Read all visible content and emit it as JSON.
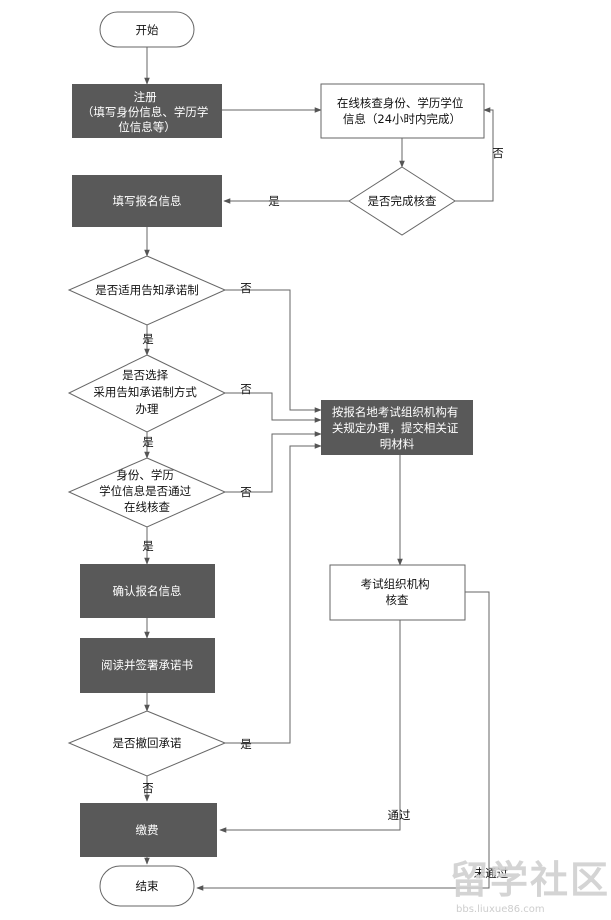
{
  "nodes": {
    "start": "开始",
    "register": [
      "注册",
      "（填写身份信息、学历学",
      "位信息等）"
    ],
    "online_verify": [
      "在线核查身份、学历学位",
      "信息（24小时内完成）"
    ],
    "verify_done": "是否完成核查",
    "fill_info": "填写报名信息",
    "applies_commitment": "是否适用告知承诺制",
    "choose_commitment": [
      "是否选择",
      "采用告知承诺制方式",
      "办理"
    ],
    "verify_passed": [
      "身份、学历",
      "学位信息是否通过",
      "在线核查"
    ],
    "handle_by_org": [
      "按报名地考试组织机构有",
      "关规定办理，提交相关证",
      "明材料"
    ],
    "confirm_info": "确认报名信息",
    "read_sign": "阅读并签署承诺书",
    "withdraw": "是否撤回承诺",
    "org_review": [
      "考试组织机构",
      "核查"
    ],
    "pay": "缴费",
    "end": "结束"
  },
  "edges": {
    "verify_no": "否",
    "verify_yes": "是",
    "applies_no": "否",
    "applies_yes": "是",
    "choose_no": "否",
    "choose_yes": "是",
    "passed_no": "否",
    "passed_yes": "是",
    "withdraw_yes": "是",
    "withdraw_no": "否",
    "review_pass": "通过",
    "review_fail": "未通过"
  },
  "watermark": {
    "logo": "留学社区",
    "url": "bbs.liuxue86.com"
  },
  "colors": {
    "dark_box": "#595959",
    "dark_box_text": "#ffffff",
    "line": "#555555",
    "light_box_border": "#555555"
  }
}
